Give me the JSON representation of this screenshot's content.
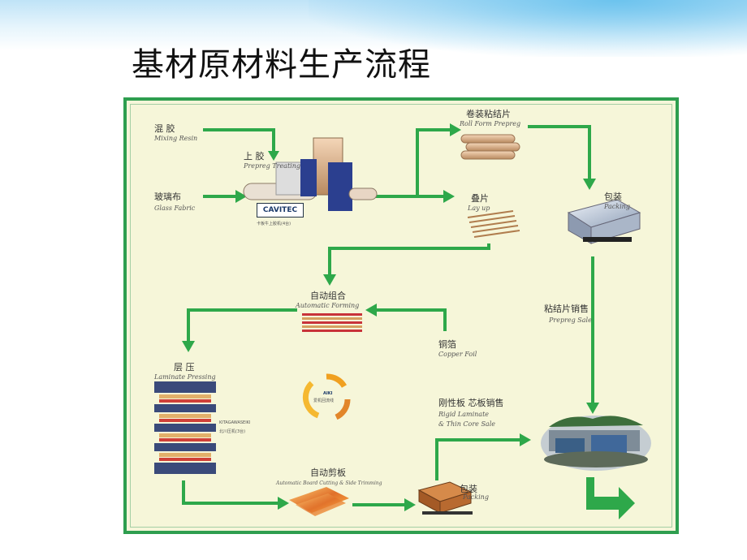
{
  "slide": {
    "title": "基材原材料生产流程"
  },
  "steps": {
    "mixing_resin": {
      "zh": "混 胶",
      "en": "Mixing Resin"
    },
    "prepreg_treating": {
      "zh": "上 胶",
      "en": "Prepreg Treating"
    },
    "glass_fabric": {
      "zh": "玻璃布",
      "en": "Glass Fabric"
    },
    "roll_form": {
      "zh": "卷装粘结片",
      "en": "Roll Form Prepreg"
    },
    "lay_up": {
      "zh": "叠片",
      "en": "Lay up"
    },
    "packing_top": {
      "zh": "包装",
      "en": "Packing"
    },
    "automatic_forming": {
      "zh": "自动组合",
      "en": "Automatic Forming"
    },
    "copper_foil": {
      "zh": "铜箔",
      "en": "Copper Foil"
    },
    "prepreg_sale": {
      "zh": "粘结片销售",
      "en": "Prepreg Sale"
    },
    "laminate_pressing": {
      "zh": "层 压",
      "en": "Laminate Pressing"
    },
    "rigid_sale": {
      "zh": "刚性板 芯板销售",
      "en1": "Rigid Laminate",
      "en2": "& Thin Core  Sale"
    },
    "board_cutting": {
      "zh": "自动剪板",
      "en": "Automatic Board Cutting & Side Trimming"
    },
    "packing_bottom": {
      "zh": "包装",
      "en": "Packing"
    }
  },
  "captions": {
    "cavitec": "CAVITEC",
    "cavitec_note": "卡板牛上胶机(4台)",
    "kitagawa": "KITAGAWASEIKI",
    "kitagawa_note": "北川压机(3台)",
    "aiki_title": "AIKI",
    "aiki_note": "爱机回流线"
  },
  "colors": {
    "arrow": "#2ea84a",
    "frame": "#2e9e4f",
    "panel": "#f6f6d9"
  }
}
